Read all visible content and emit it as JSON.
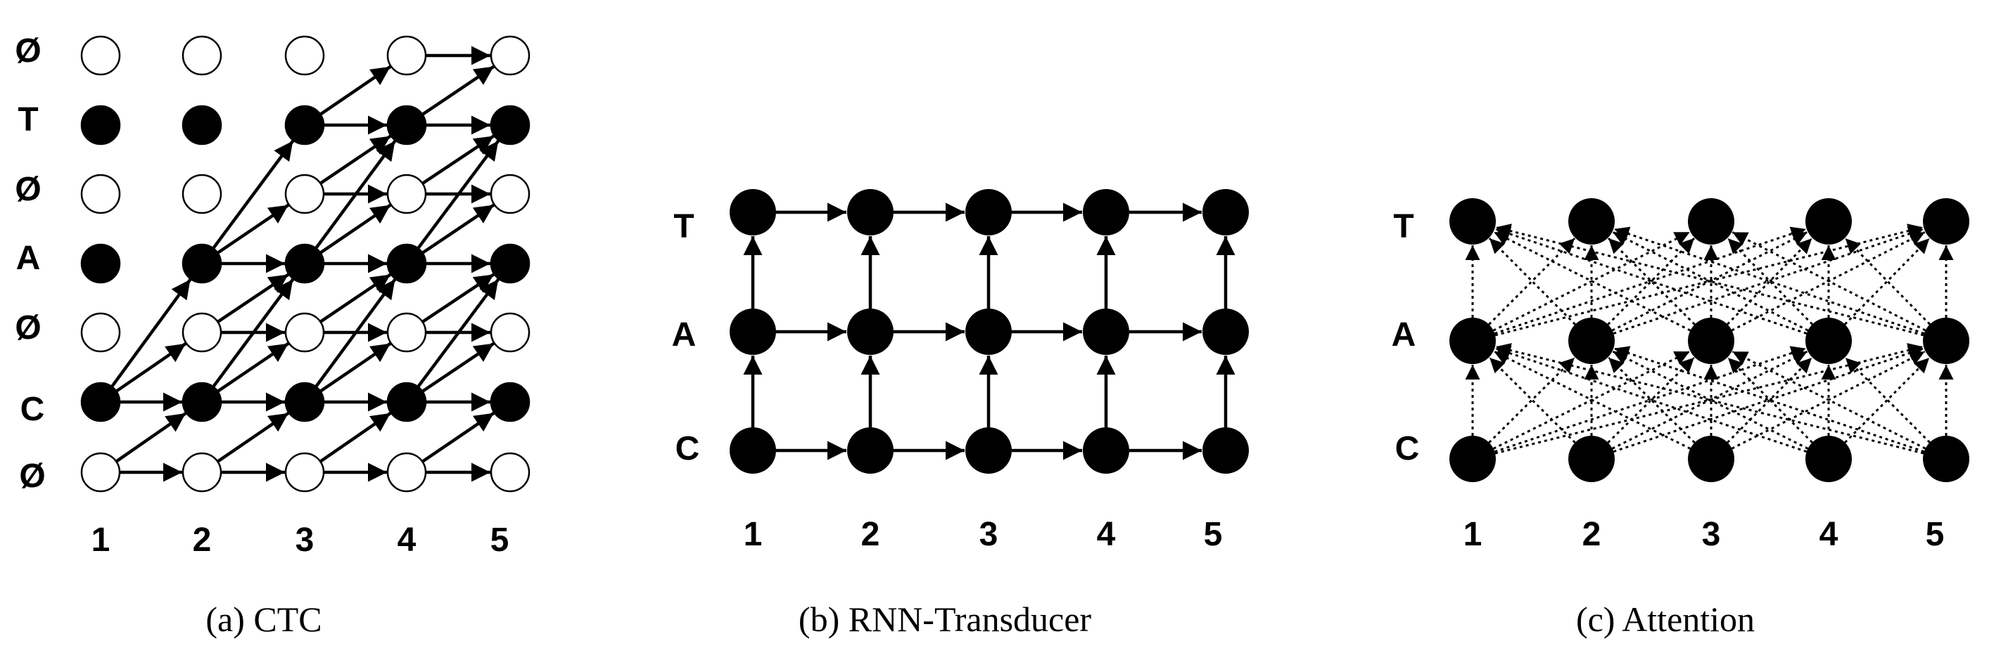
{
  "panels": [
    {
      "id": "ctc",
      "caption": "(a) CTC",
      "row_labels": [
        "Ø",
        "T",
        "Ø",
        "A",
        "Ø",
        "C",
        "Ø"
      ],
      "col_labels": [
        "1",
        "2",
        "3",
        "4",
        "5"
      ],
      "filled_rows": [
        "T",
        "A",
        "C"
      ],
      "edges": [
        [
          [
            6,
            1
          ],
          [
            5,
            2
          ]
        ],
        [
          [
            6,
            1
          ],
          [
            6,
            2
          ]
        ],
        [
          [
            6,
            2
          ],
          [
            5,
            3
          ]
        ],
        [
          [
            6,
            2
          ],
          [
            6,
            3
          ]
        ],
        [
          [
            6,
            3
          ],
          [
            5,
            4
          ]
        ],
        [
          [
            6,
            3
          ],
          [
            6,
            4
          ]
        ],
        [
          [
            6,
            4
          ],
          [
            5,
            5
          ]
        ],
        [
          [
            6,
            4
          ],
          [
            6,
            5
          ]
        ],
        [
          [
            5,
            1
          ],
          [
            4,
            2
          ]
        ],
        [
          [
            5,
            1
          ],
          [
            5,
            2
          ]
        ],
        [
          [
            5,
            1
          ],
          [
            3,
            2
          ]
        ],
        [
          [
            5,
            2
          ],
          [
            4,
            3
          ]
        ],
        [
          [
            5,
            2
          ],
          [
            5,
            3
          ]
        ],
        [
          [
            5,
            2
          ],
          [
            3,
            3
          ]
        ],
        [
          [
            5,
            3
          ],
          [
            4,
            4
          ]
        ],
        [
          [
            5,
            3
          ],
          [
            5,
            4
          ]
        ],
        [
          [
            5,
            3
          ],
          [
            3,
            4
          ]
        ],
        [
          [
            5,
            4
          ],
          [
            4,
            5
          ]
        ],
        [
          [
            5,
            4
          ],
          [
            5,
            5
          ]
        ],
        [
          [
            5,
            4
          ],
          [
            3,
            5
          ]
        ],
        [
          [
            4,
            2
          ],
          [
            3,
            3
          ]
        ],
        [
          [
            4,
            2
          ],
          [
            4,
            3
          ]
        ],
        [
          [
            4,
            3
          ],
          [
            3,
            4
          ]
        ],
        [
          [
            4,
            3
          ],
          [
            4,
            4
          ]
        ],
        [
          [
            4,
            4
          ],
          [
            3,
            5
          ]
        ],
        [
          [
            4,
            4
          ],
          [
            4,
            5
          ]
        ],
        [
          [
            3,
            2
          ],
          [
            2,
            3
          ]
        ],
        [
          [
            3,
            2
          ],
          [
            3,
            3
          ]
        ],
        [
          [
            3,
            2
          ],
          [
            1,
            3
          ]
        ],
        [
          [
            3,
            3
          ],
          [
            2,
            4
          ]
        ],
        [
          [
            3,
            3
          ],
          [
            3,
            4
          ]
        ],
        [
          [
            3,
            3
          ],
          [
            1,
            4
          ]
        ],
        [
          [
            3,
            4
          ],
          [
            2,
            5
          ]
        ],
        [
          [
            3,
            4
          ],
          [
            3,
            5
          ]
        ],
        [
          [
            3,
            4
          ],
          [
            1,
            5
          ]
        ],
        [
          [
            2,
            3
          ],
          [
            1,
            4
          ]
        ],
        [
          [
            2,
            3
          ],
          [
            2,
            4
          ]
        ],
        [
          [
            2,
            4
          ],
          [
            1,
            5
          ]
        ],
        [
          [
            2,
            4
          ],
          [
            2,
            5
          ]
        ],
        [
          [
            1,
            3
          ],
          [
            0,
            4
          ]
        ],
        [
          [
            1,
            3
          ],
          [
            1,
            4
          ]
        ],
        [
          [
            1,
            4
          ],
          [
            0,
            5
          ]
        ],
        [
          [
            1,
            4
          ],
          [
            1,
            5
          ]
        ],
        [
          [
            0,
            4
          ],
          [
            0,
            5
          ]
        ]
      ]
    },
    {
      "id": "rnn-transducer",
      "caption": "(b) RNN-Transducer",
      "row_labels": [
        "T",
        "A",
        "C"
      ],
      "col_labels": [
        "1",
        "2",
        "3",
        "4",
        "5"
      ]
    },
    {
      "id": "attention",
      "caption": "(c) Attention",
      "row_labels": [
        "T",
        "A",
        "C"
      ],
      "col_labels": [
        "1",
        "2",
        "3",
        "4",
        "5"
      ]
    }
  ]
}
